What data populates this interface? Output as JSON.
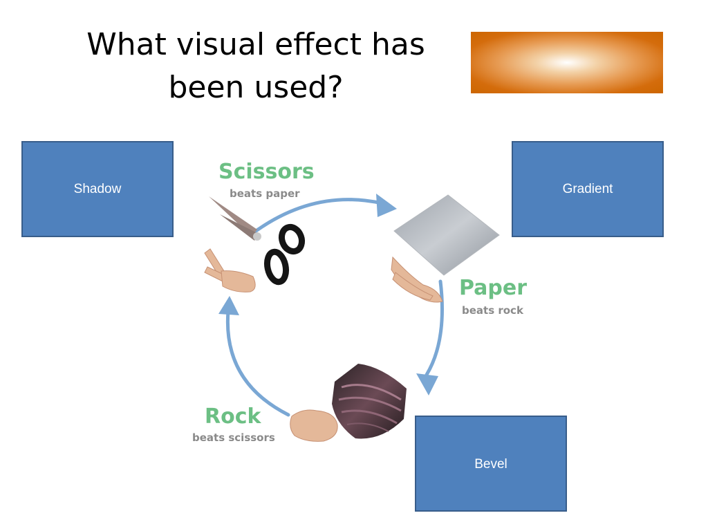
{
  "slide": {
    "title": "What visual effect has been used?",
    "swatch_colors": {
      "edge": "#cc6600",
      "center": "#ffffff"
    }
  },
  "answers": [
    {
      "label": "Shadow"
    },
    {
      "label": "Gradient"
    },
    {
      "label": "Bevel"
    }
  ],
  "diagram": {
    "scissors": {
      "title": "Scissors",
      "subtitle": "beats paper"
    },
    "paper": {
      "title": "Paper",
      "subtitle": "beats rock"
    },
    "rock": {
      "title": "Rock",
      "subtitle": "beats scissors"
    },
    "colors": {
      "label": "#6cbf84",
      "sublabel": "#8a8a8a",
      "arrow": "#7aa7d4",
      "box": "#4f81bd"
    }
  }
}
